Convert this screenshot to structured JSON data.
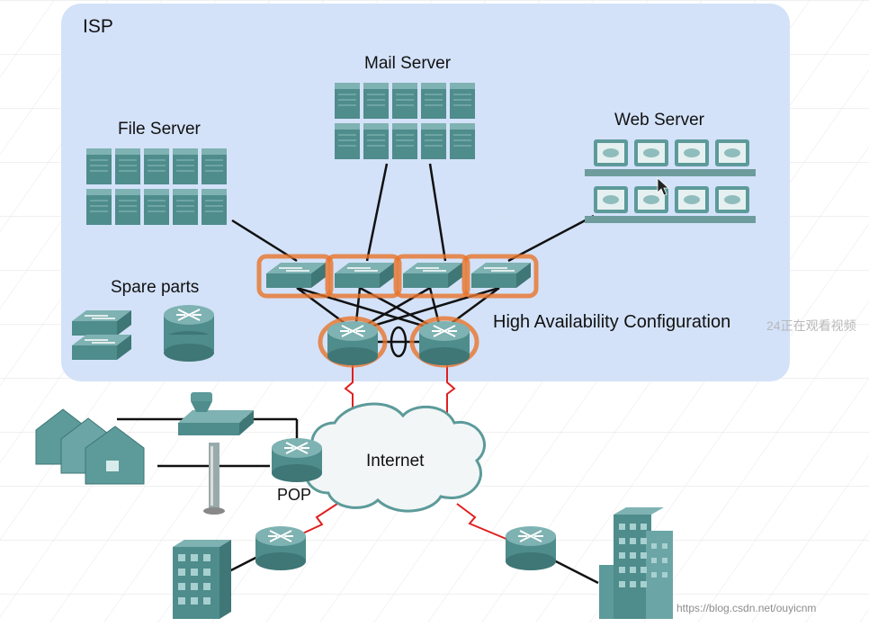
{
  "labels": {
    "isp": "ISP",
    "mail_server": "Mail Server",
    "file_server": "File Server",
    "web_server": "Web Server",
    "spare_parts": "Spare parts",
    "ha_config": "High Availability Configuration",
    "internet": "Internet",
    "pop": "POP"
  },
  "overlay_text": "24正在观看视频",
  "watermark": "https://blog.csdn.net/ouyicnm",
  "colors": {
    "isp_region": "#cfe0f8",
    "device_teal": "#4f8c8c",
    "device_light": "#7fb2b2",
    "switch_glow": "#e8742a",
    "wan_link": "#e02020",
    "cloud": "#f2f6f6"
  }
}
